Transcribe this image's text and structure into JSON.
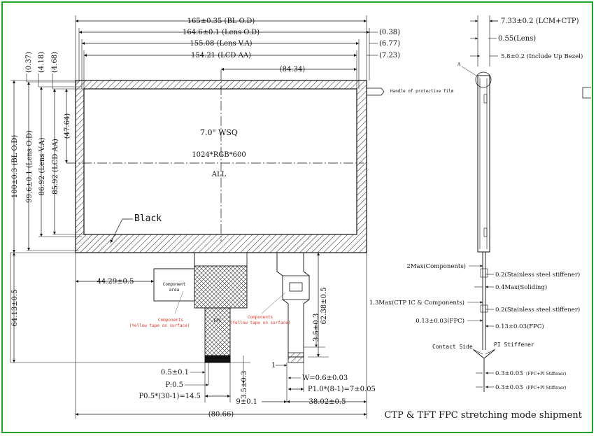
{
  "front": {
    "top_dims": {
      "bl_od": "165±0.35 (BL O.D)",
      "lens_od": "164.6±0.1 (Lens O.D)",
      "lens_va": "155.08 (Lens V.A)",
      "lcd_aa": "154.21 (LCD AA)",
      "center": "(84.34)"
    },
    "right_offsets": {
      "o1": "(0.38)",
      "o2": "(6.77)",
      "o3": "(7.23)"
    },
    "left_dims": {
      "d037": "(0.37)",
      "d418": "(4.18)",
      "d468": "(4.68)",
      "bl_od": "100±0.3 (BL O.D)",
      "lens_od": "99.6±0.1 (Lens O.D)",
      "lens_va": "86.92 (Lens V.A)",
      "lcd_aa": "85.92 (LCD AA)",
      "center": "(47.64)"
    },
    "center_text": {
      "size": "7.0\" WSQ",
      "resolution": "1024*RGB*600",
      "all": "ALL"
    },
    "black_label": "Black",
    "protective_film": "Handle of protective film",
    "fpc_left_offset": "44.29±0.5",
    "left_total_height": "64.13±0.5",
    "right_fpc_height": "62.38±0.5",
    "component_note": {
      "title": "Components",
      "note": "(Yellow tape on surface)"
    },
    "box_small_text": {
      "l1": "Component",
      "l2": "area"
    },
    "fpc_small_text": "FPC",
    "fpc_dims": {
      "d05": "0.5±0.1",
      "p05": "P:0.5",
      "pitch": "P0.5*(30-1)=14.5",
      "d35_left": "3.5±0.3",
      "d35_right": "3.5±0.3",
      "one": "1",
      "width": "W=0.6±0.03",
      "p10": "P1.0*(8-1)=7±0.05",
      "d9": "9±0.1",
      "d38": "38.02±0.5",
      "total": "(80.66)"
    }
  },
  "side": {
    "top_dims": {
      "lcm_ctp": "7.33±0.2 (LCM+CTP)",
      "lens": "0.55(Lens)",
      "bezel": "5.8±0.2 (Include Up Bezel)"
    },
    "marker": "A",
    "bottom_dims": {
      "components": "2Max(Components)",
      "stiffener1": "0.2(Stainless steel stiffener)",
      "soliding": "0.4Max(Soliding)",
      "ctp_ic": "1.3Max(CTP IC & Components)",
      "stiffener2": "0.2(Stainless steel stiffener)",
      "fpc_left": "0.13±0.03(FPC)",
      "fpc_right": "0.13±0.03(FPC)",
      "contact_side": "Contact Side",
      "pi_stiffener": "PI Stiffener",
      "fpc_pi1": "0.3±0.03",
      "fpc_pi1_note": "(FPC+PI Stiffener)",
      "fpc_pi2": "0.3±0.03",
      "fpc_pi2_note": "(FPC+PI Stiffener)"
    }
  },
  "footer": "CTP & TFT FPC stretching mode shipment"
}
